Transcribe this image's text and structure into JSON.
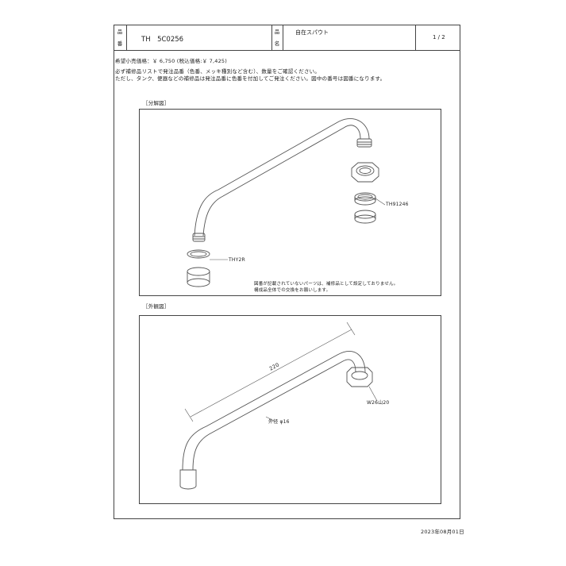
{
  "header": {
    "part_no_label": [
      "品",
      "番"
    ],
    "part_no": "TH　5C0256",
    "part_name_label": [
      "品",
      "名"
    ],
    "part_name": "自在スパウト",
    "page": "1 / 2"
  },
  "price_line": "希望小売価格：￥ 6,750 (税込価格:￥ 7,425)",
  "notes": [
    "必ず補修品リストで発注品番（色番、メッキ種別など含む）、数量をご確認ください。",
    "ただし、タンク、便器などの補修品は発注品番に色番を付加してご発注ください。図中の番号は図番になります。"
  ],
  "exploded": {
    "label": "［分解図］",
    "callouts": [
      "TH91246",
      "THY2R"
    ],
    "footnote": [
      "図番が記載されていないパーツは、補修品として設定しておりません。",
      "構成品全体での交換をお願いします。"
    ]
  },
  "exterior": {
    "label": "［外観図］",
    "dim_length": "220",
    "dim_outer": "外径 φ16",
    "dim_nut": "W26山20"
  },
  "footer_date": "2023年08月01日"
}
